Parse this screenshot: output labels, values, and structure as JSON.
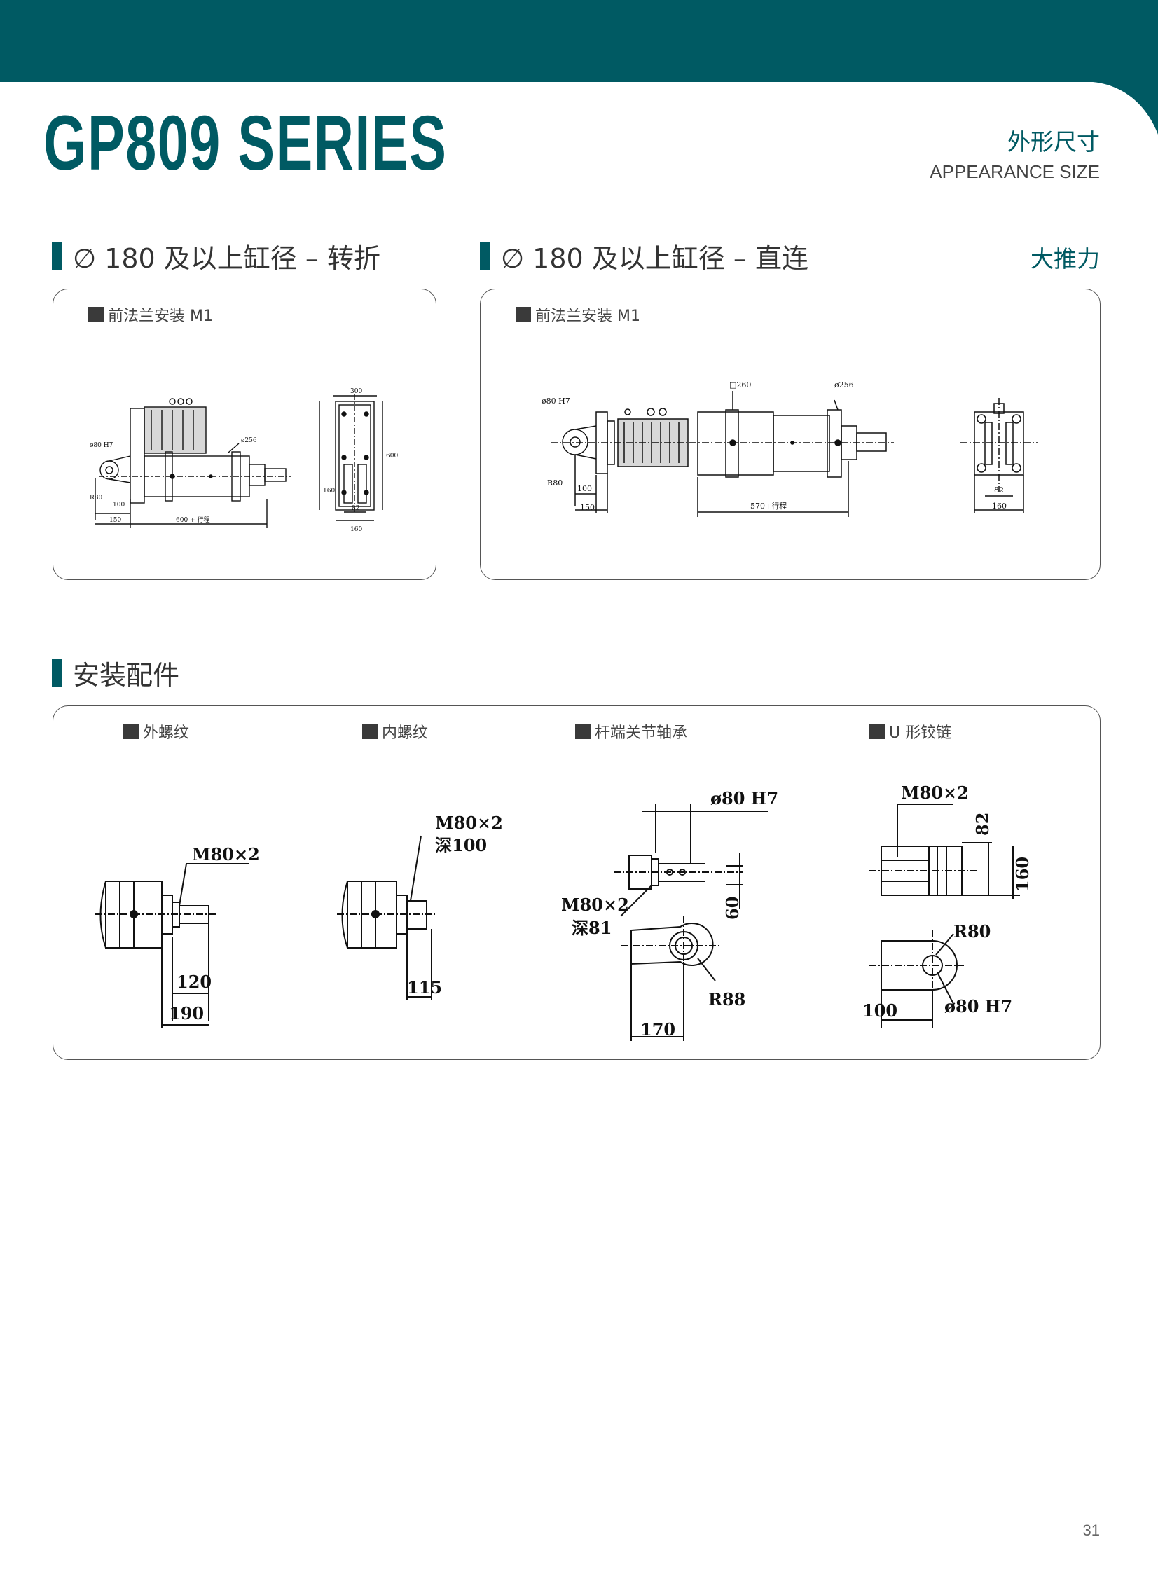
{
  "header": {
    "series_title": "GP809 SERIES",
    "title_cn": "外形尺寸",
    "title_en": "APPEARANCE SIZE",
    "accent_color": "#005a63"
  },
  "sections": {
    "folded": "∅ 180 及以上缸径 – 转折",
    "direct": "∅ 180 及以上缸径 – 直连",
    "direct_tag": "大推力",
    "accessories": "安装配件"
  },
  "panels": {
    "folded": {
      "label": "前法兰安装 M1",
      "dims": {
        "hole": "ø80 H7",
        "radius": "R80",
        "d100": "100",
        "d150": "150",
        "stroke": "600 + 行程",
        "dia": "ø256",
        "w300": "300",
        "h600": "600",
        "h160": "160",
        "w82": "82",
        "w160": "160"
      }
    },
    "direct": {
      "label": "前法兰安装 M1",
      "dims": {
        "hole": "ø80 H7",
        "square": "□260",
        "dia": "ø256",
        "radius": "R80",
        "d100": "100",
        "d150": "150",
        "stroke": "570+行程",
        "w82": "82",
        "w160": "160"
      }
    }
  },
  "accessories": [
    {
      "label": "外螺纹",
      "dims": {
        "thread": "M80×2",
        "a": "120",
        "b": "190"
      }
    },
    {
      "label": "内螺纹",
      "dims": {
        "thread": "M80×2",
        "depth": "深100",
        "a": "115"
      }
    },
    {
      "label": "杆端关节轴承",
      "dims": {
        "hole": "ø80 H7",
        "thread": "M80×2",
        "depth": "深81",
        "h": "60",
        "r": "R88",
        "w": "170"
      }
    },
    {
      "label": "U 形铰链",
      "dims": {
        "thread": "M80×2",
        "a": "82",
        "b": "160",
        "r": "R80",
        "w": "100",
        "hole": "ø80 H7"
      }
    }
  ],
  "footer": {
    "page_number": "31"
  }
}
